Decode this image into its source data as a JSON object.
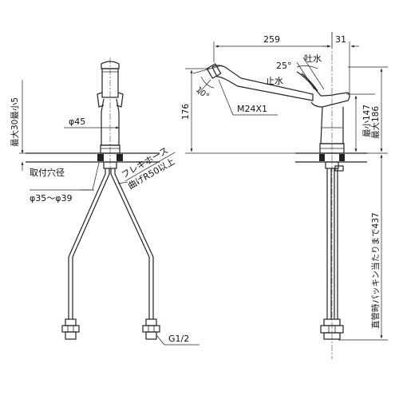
{
  "labels": {
    "dim_259": "259",
    "dim_31": "31",
    "angle_25": "25°",
    "spout_water": "吐水",
    "stop_water": "止水",
    "angle_10": "10°",
    "thread_m24": "M24X1",
    "dim_176": "176",
    "phi_45": "φ45",
    "min_147": "最小147",
    "max_186": "最大186",
    "max30_min5": "最大30最小5",
    "hole_dia_title": "取付穴径",
    "hole_dia_range": "φ35～φ39",
    "flex_hose": "フレキホース",
    "bend_r50": "曲げR50以上",
    "g_half": "G1/2",
    "straight_to_packing": "直管時パッキン当たりまで437"
  }
}
